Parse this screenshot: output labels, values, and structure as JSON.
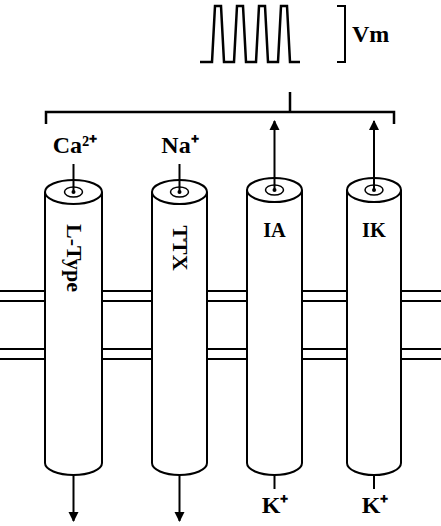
{
  "diagram": {
    "nodes": [
      {
        "text": [
          "L-Type"
        ]
      },
      {
        "text": [
          "TTX"
        ]
      },
      {
        "text": [
          "IA"
        ]
      },
      {
        "text": [
          "IK"
        ]
      }
    ],
    "labels": [
      "Vm",
      "Ca²⁺",
      "Na⁺",
      "K⁺",
      "K⁺"
    ]
  }
}
